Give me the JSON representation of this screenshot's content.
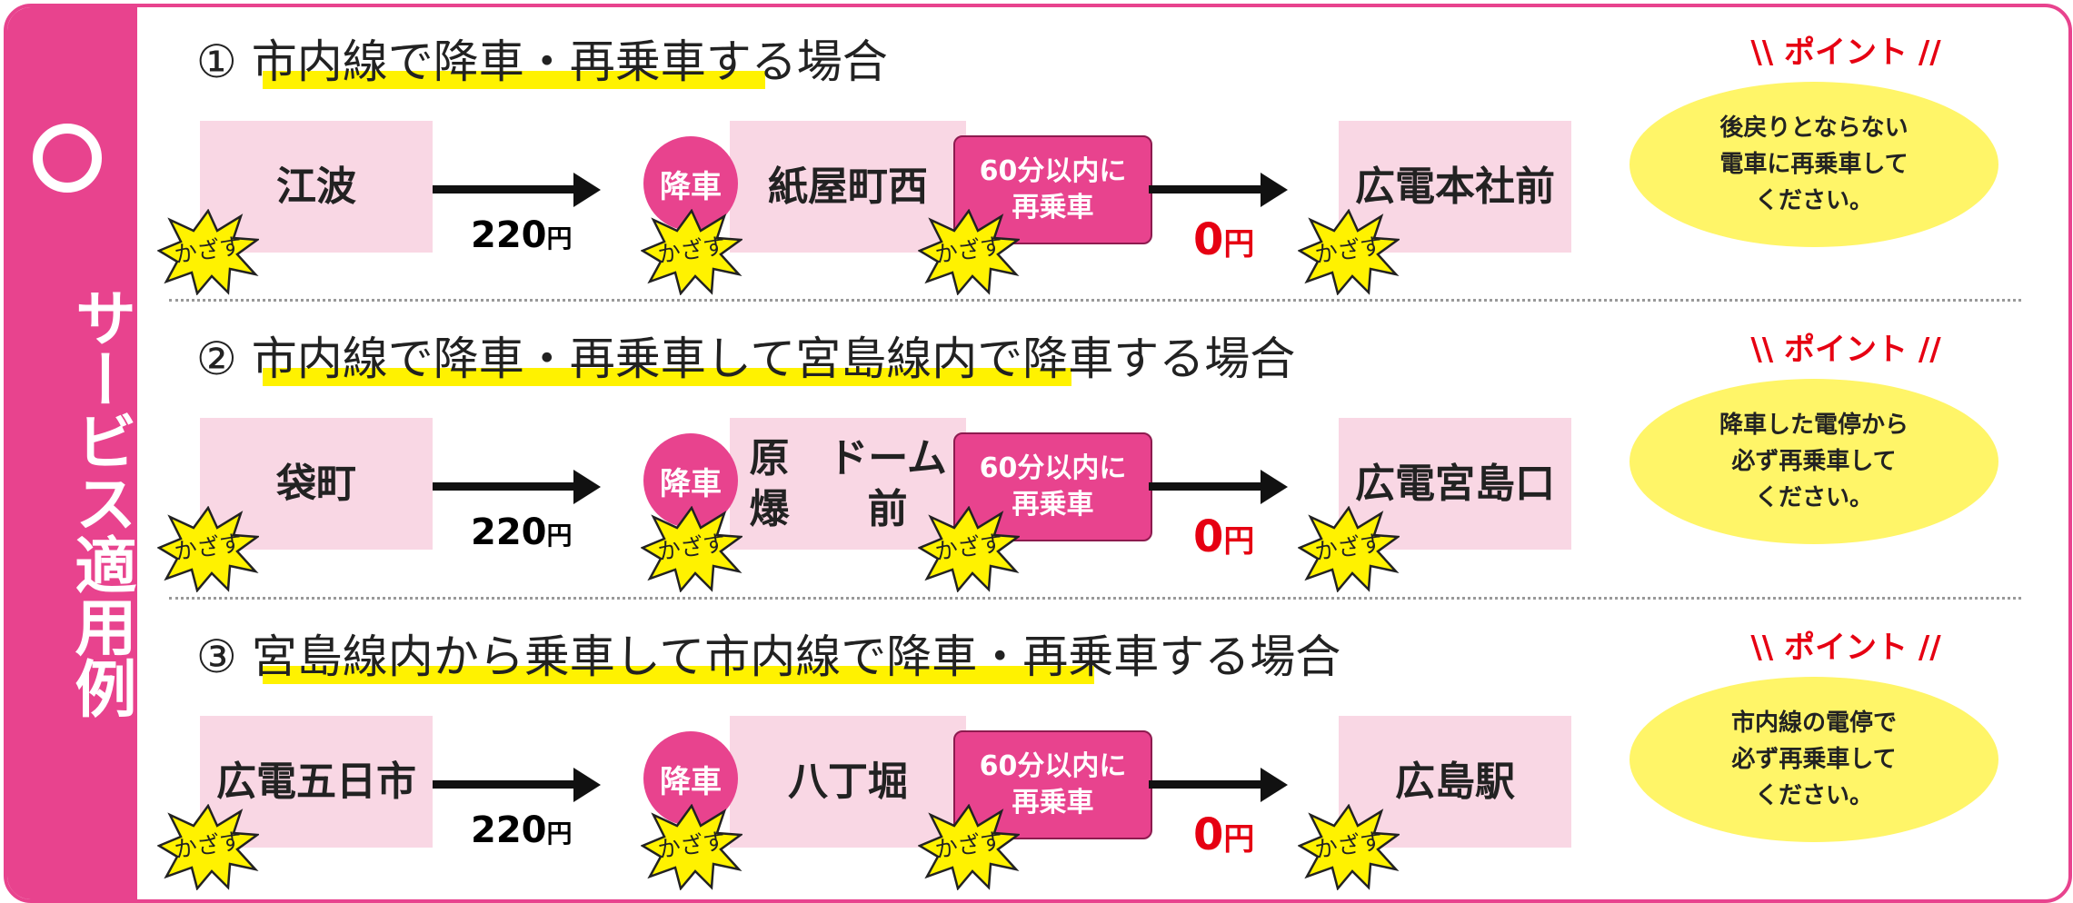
{
  "sidebar": {
    "title": "サービス適用例"
  },
  "sections": [
    {
      "title": "① 市内線で降車・再乗車する場合",
      "start": "江波",
      "mid": "紙屋町西",
      "end": "広電\n本社前",
      "fare1": "220",
      "fare2": "0",
      "yen": "円",
      "alight": "降車",
      "reboard": "60分以内に\n再乗車",
      "kazasu": "かざす",
      "point_label": "ポイント",
      "point_text": "後戻りとならない\n電車に再乗車して\nください。"
    },
    {
      "title": "② 市内線で降車・再乗車して宮島線内で降車する場合",
      "start": "袋町",
      "mid": "原爆\nドーム前",
      "end": "広電\n宮島口",
      "fare1": "220",
      "fare2": "0",
      "yen": "円",
      "alight": "降車",
      "reboard": "60分以内に\n再乗車",
      "kazasu": "かざす",
      "point_label": "ポイント",
      "point_text": "降車した電停から\n必ず再乗車して\nください。"
    },
    {
      "title": "③ 宮島線内から乗車して市内線で降車・再乗車する場合",
      "start": "広電\n五日市",
      "mid": "八丁堀",
      "end": "広島駅",
      "fare1": "220",
      "fare2": "0",
      "yen": "円",
      "alight": "降車",
      "reboard": "60分以内に\n再乗車",
      "kazasu": "かざす",
      "point_label": "ポイント",
      "point_text": "市内線の電停で\n必ず再乗車して\nください。"
    }
  ],
  "colors": {
    "accent": "#e8438e",
    "highlight": "#fff200",
    "price_red": "#e60012",
    "bubble": "#fff568",
    "box": "#f9d7e4"
  },
  "icons": {
    "side": "circle-icon",
    "arrow": "arrow-right-icon",
    "burst": "starburst-icon",
    "slash": "double-slash-icon"
  }
}
